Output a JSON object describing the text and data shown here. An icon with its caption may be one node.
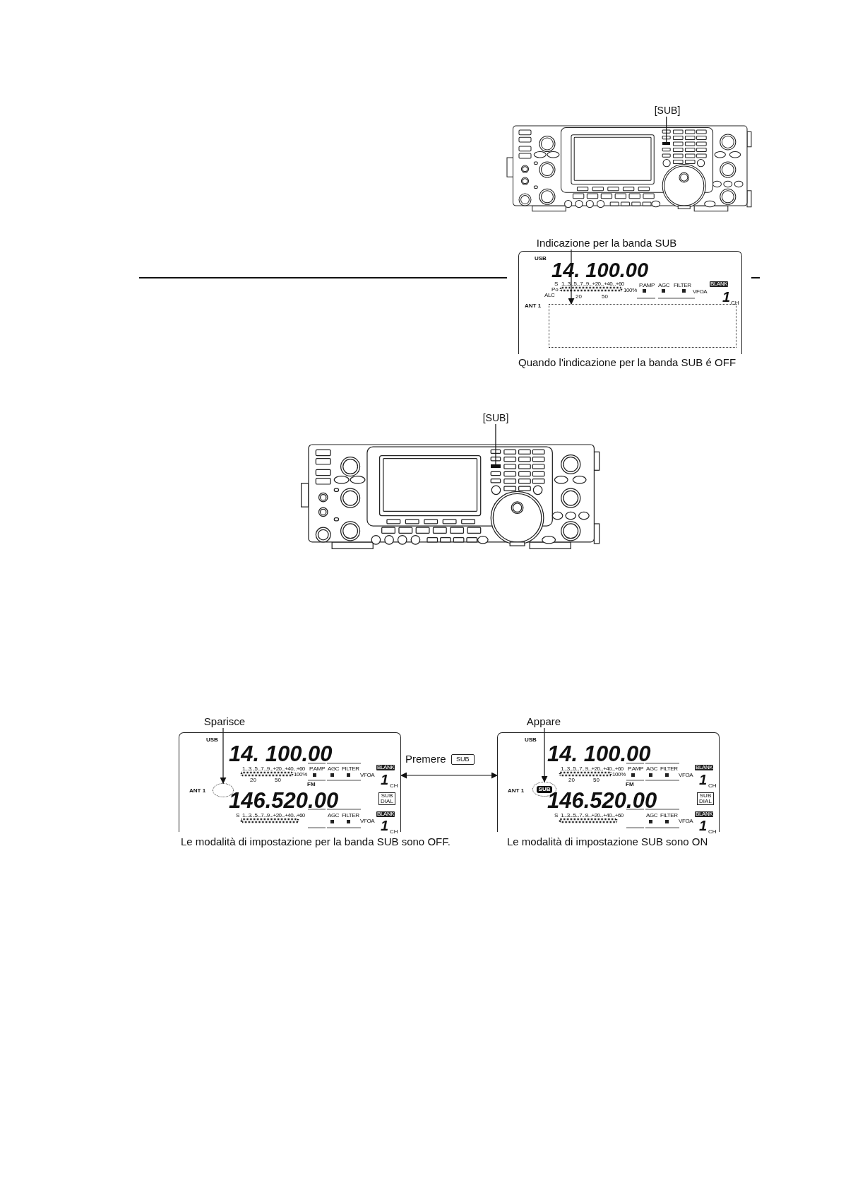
{
  "diagram": {
    "nodes": [
      {
        "text": [
          "[SUB]"
        ]
      },
      {
        "text": [],
        "shape": "box"
      },
      {
        "text": [
          "Indicazione per la banda SUB"
        ]
      },
      {
        "text": [
          "USB",
          "14. 100.00",
          "S",
          "Po",
          "ALC",
          "1...3...5...7...9...+20...+40...+60",
          "20",
          "50",
          "100%",
          "P.AMP",
          "AGC",
          "FILTER",
          "VFOA",
          "BLANK",
          "1",
          "CH",
          "ANT 1"
        ],
        "beside": [
          "Quando l'indicazione per la banda SUB é OFF"
        ]
      },
      {
        "text": [],
        "shape": "box",
        "in": 3
      },
      {
        "text": [
          "[SUB]"
        ]
      },
      {
        "text": [],
        "shape": "box"
      },
      {
        "text": [
          "Sparisce"
        ]
      },
      {
        "text": [
          "USB",
          "14. 100.00",
          "1...3...5...7...9...+20...+40...+60",
          "20",
          "50",
          "100%",
          "P.AMP",
          "AGC",
          "FILTER",
          "VFOA",
          "BLANK",
          "1",
          "CH",
          "ANT 1",
          "FM",
          "146.520.00",
          "SUB DIAL",
          "S",
          "1...3...5...7...9...+20...+40...+60",
          "AGC",
          "FILTER",
          "VFOA",
          "BLANK",
          "1",
          "CH"
        ],
        "beside": [
          "Le modalità di impostazione per la banda SUB sono OFF."
        ]
      },
      {
        "text": [],
        "shape": "circle",
        "in": 8
      },
      {
        "text": [
          "Appare"
        ]
      },
      {
        "text": [
          "USB",
          "14. 100.00",
          "1...3...5...7...9...+20...+40...+60",
          "20",
          "50",
          "100%",
          "P.AMP",
          "AGC",
          "FILTER",
          "VFOA",
          "BLANK",
          "1",
          "CH",
          "ANT 1",
          "FM",
          "146.520.00",
          "SUB DIAL",
          "S",
          "1...3...5...7...9...+20...+40...+60",
          "AGC",
          "FILTER",
          "VFOA",
          "BLANK",
          "1",
          "CH"
        ],
        "beside": [
          "Le modalità di impostazione SUB sono ON"
        ]
      },
      {
        "text": [
          "SUB"
        ],
        "in": 11
      }
    ],
    "edges": [
      {
        "from": 0,
        "to": 1,
        "arrow": "none"
      },
      {
        "from": 2,
        "to": 4,
        "arrow": "to"
      },
      {
        "from": 5,
        "to": 6,
        "arrow": "none"
      },
      {
        "from": 7,
        "to": 9,
        "arrow": "to"
      },
      {
        "from": 10,
        "to": 12,
        "arrow": "to"
      },
      {
        "from": 8,
        "to": 11,
        "arrow": "both",
        "label": "Premere"
      }
    ],
    "labels": [
      "SUB"
    ]
  }
}
